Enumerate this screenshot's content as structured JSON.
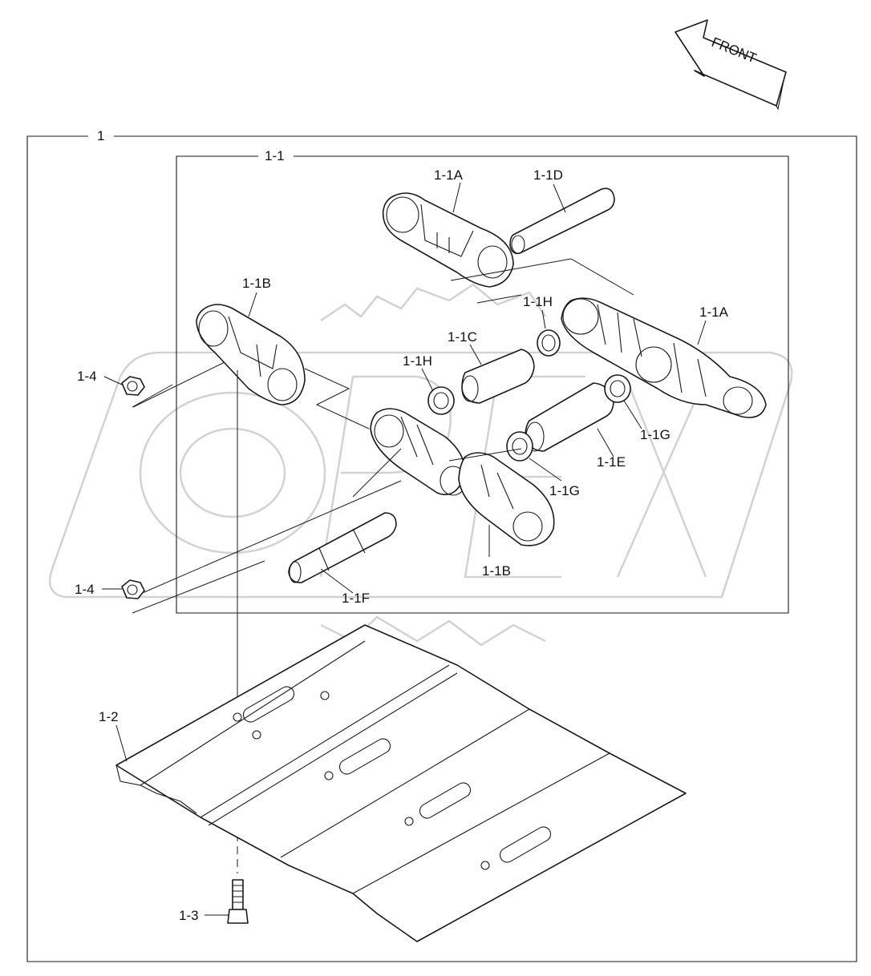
{
  "direction_arrow": {
    "label": "FRONT"
  },
  "assembly_label": "1",
  "subassembly_label": "1-1",
  "watermark": {
    "text": "OPEX",
    "color": "#d2d2d2"
  },
  "callouts": {
    "link_right_top": "1-1A",
    "link_right_mid": "1-1A",
    "link_left_top": "1-1B",
    "link_left_bottom": "1-1B",
    "bushing": "1-1C",
    "pin_top": "1-1D",
    "bushing_lower": "1-1E",
    "pin_master": "1-1F",
    "seal_g_right": "1-1G",
    "seal_g_center": "1-1G",
    "seal_h_top": "1-1H",
    "seal_h_left": "1-1H",
    "shoe": "1-2",
    "bolt": "1-3",
    "nut_top": "1-4",
    "nut_bottom": "1-4"
  }
}
